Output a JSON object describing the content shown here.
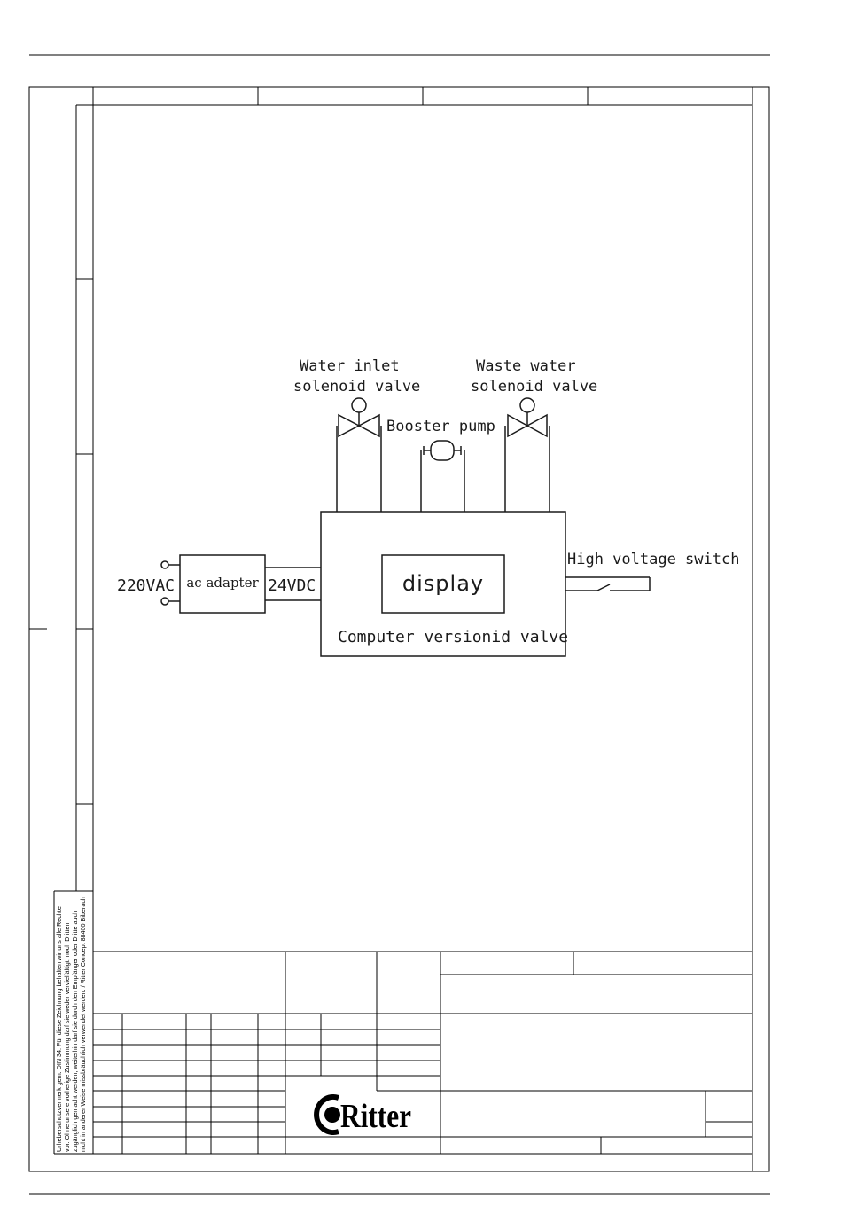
{
  "diagram": {
    "water_inlet_line1": "Water inlet",
    "water_inlet_line2": "solenoid valve",
    "waste_water_line1": "Waste water",
    "waste_water_line2": "solenoid valve",
    "booster_pump": "Booster pump",
    "high_voltage_switch": "High voltage switch",
    "input_voltage": "220VAC",
    "ac_adapter": "ac adapter",
    "output_voltage": "24VDC",
    "display": "display",
    "controller": "Computer versionid valve"
  },
  "title_block": {
    "copyright_line1": "Urheberschutzvermerk gem. DIN 34: Für diese Zeichnung behalten wir uns alle Rechte",
    "copyright_line2": "vor. Ohne unsere vorherige Zustimmung darf sie weder vervielfältigt, noch Dritten",
    "copyright_line3": "zugänglich gemacht werden, weiterhin darf sie durch den Empfänger oder Dritte auch",
    "copyright_line4": "nicht in anderer Weise missbräuchlich verwendet werden. / Ritter Concept 88400 Biberach",
    "logo_text": "Ritter"
  }
}
